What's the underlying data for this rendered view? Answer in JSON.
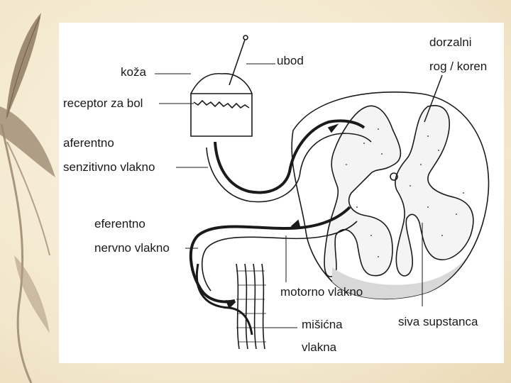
{
  "labels": {
    "koza": "koža",
    "ubod": "ubod",
    "receptor": "receptor za bol",
    "aferentno_1": "aferentno",
    "aferentno_2": "senzitivno vlakno",
    "eferentno_1": "eferentno",
    "eferentno_2": "nervno vlakno",
    "motorno": "motorno vlakno",
    "misicna_1": "mišićna",
    "misicna_2": "vlakna",
    "dorzalni_1": "dorzalni",
    "dorzalni_2": "rog / koren",
    "siva": "siva supstanca"
  },
  "colors": {
    "background": "#f6ecd6",
    "figure": "#ffffff",
    "ink": "#1a1a1a",
    "leaf": "#8f7a64"
  },
  "icons": {
    "leaf": "dried-leaf-decoration"
  }
}
